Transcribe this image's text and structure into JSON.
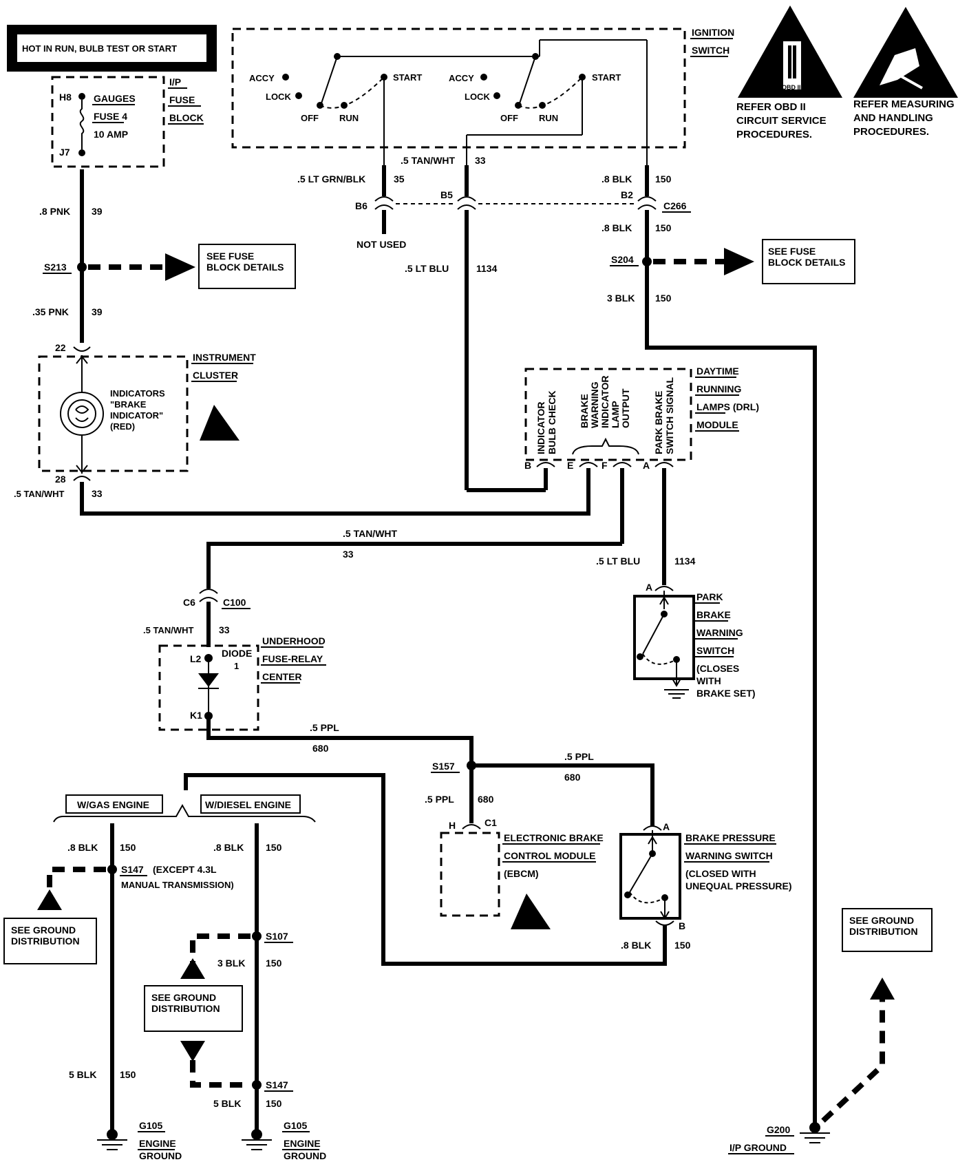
{
  "header_box": "HOT IN RUN, BULB TEST OR START",
  "fuse_block": {
    "label_lines": [
      "I/P",
      "FUSE",
      "BLOCK"
    ],
    "terminal_in": "H8",
    "terminal_out": "J7",
    "fuse_lines": [
      "GAUGES",
      "FUSE 4",
      "10 AMP"
    ]
  },
  "ignition_switch": {
    "label_lines": [
      "IGNITION",
      "SWITCH"
    ],
    "positions": [
      "ACCY",
      "LOCK",
      "OFF",
      "RUN",
      "START"
    ]
  },
  "warnings": {
    "obd": {
      "symbol": "OBD II",
      "text_lines": [
        "REFER OBD II",
        "CIRCUIT SERVICE",
        "PROCEDURES."
      ]
    },
    "esd": {
      "text_lines": [
        "REFER MEASURING",
        "AND HANDLING",
        "PROCEDURES."
      ]
    }
  },
  "wires": {
    "w39a": {
      "gauge": ".8 PNK",
      "circuit": "39"
    },
    "w39b": {
      "gauge": ".35 PNK",
      "circuit": "39"
    },
    "w35": {
      "gauge": ".5 LT GRN/BLK",
      "circuit": "35"
    },
    "w33_top": {
      "gauge": ".5 TAN/WHT",
      "circuit": "33"
    },
    "w150_top": {
      "gauge": ".8 BLK",
      "circuit": "150"
    },
    "w150_mid": {
      "gauge": ".8 BLK",
      "circuit": "150"
    },
    "w150_3": {
      "gauge": "3 BLK",
      "circuit": "150"
    },
    "w1134_a": {
      "gauge": ".5 LT BLU",
      "circuit": "1134"
    },
    "w33_cluster": {
      "gauge": ".5 TAN/WHT",
      "circuit": "33"
    },
    "w33_mid": {
      "gauge": ".5 TAN/WHT",
      "circuit": "33"
    },
    "w1134_b": {
      "gauge": ".5 LT BLU",
      "circuit": "1134"
    },
    "w33_c100": {
      "gauge": ".5 TAN/WHT",
      "circuit": "33"
    },
    "w680_a": {
      "gauge": ".5 PPL",
      "circuit": "680"
    },
    "w680_b": {
      "gauge": ".5 PPL",
      "circuit": "680"
    },
    "w680_c": {
      "gauge": ".5 PPL",
      "circuit": "680"
    },
    "w150_bp": {
      "gauge": ".8 BLK",
      "circuit": "150"
    },
    "w150_gas": {
      "gauge": ".8 BLK",
      "circuit": "150"
    },
    "w150_diesel": {
      "gauge": ".8 BLK",
      "circuit": "150"
    },
    "w150_3b": {
      "gauge": "3 BLK",
      "circuit": "150"
    },
    "w150_5a": {
      "gauge": "5 BLK",
      "circuit": "150"
    },
    "w150_5b": {
      "gauge": "5 BLK",
      "circuit": "150"
    }
  },
  "connectors": {
    "b6": "B6",
    "b5": "B5",
    "b2": "B2",
    "c266": "C266",
    "not_used": "NOT USED",
    "c100_pin": "C6",
    "c100": "C100",
    "ebcm_pin": "H",
    "ebcm_conn": "C1",
    "bp_a": "A",
    "bp_b": "B",
    "pb_a": "A",
    "ic_22": "22",
    "ic_28": "28"
  },
  "splices": {
    "s213": "S213",
    "s204": "S204",
    "s157": "S157",
    "s147a": "S147",
    "s147a_note_lines": [
      "(EXCEPT 4.3L",
      "MANUAL TRANSMISSION)"
    ],
    "s107": "S107",
    "s147b": "S147"
  },
  "see_boxes": {
    "fuse_left_lines": [
      "SEE FUSE",
      "BLOCK DETAILS"
    ],
    "fuse_right_lines": [
      "SEE FUSE",
      "BLOCK DETAILS"
    ],
    "ground_left_lines": [
      "SEE GROUND",
      "DISTRIBUTION"
    ],
    "ground_mid_lines": [
      "SEE GROUND",
      "DISTRIBUTION"
    ],
    "ground_right_lines": [
      "SEE GROUND",
      "DISTRIBUTION"
    ]
  },
  "instrument_cluster": {
    "label_lines": [
      "INSTRUMENT",
      "CLUSTER"
    ],
    "indicator_lines": [
      "INDICATORS",
      "\"BRAKE",
      "INDICATOR\"",
      "(RED)"
    ]
  },
  "drl_module": {
    "label_lines": [
      "DAYTIME",
      "RUNNING",
      "LAMPS  (DRL)",
      "MODULE"
    ],
    "pins": [
      {
        "pin": "B",
        "lines": [
          "INDICATOR",
          "BULB CHECK"
        ]
      },
      {
        "pin": "E",
        "lines": [
          "BRAKE",
          "WARNING",
          "INDICATOR",
          "LAMP",
          "OUTPUT"
        ]
      },
      {
        "pin": "F",
        "lines": []
      },
      {
        "pin": "A",
        "lines": [
          "PARK BRAKE",
          "SWITCH SIGNAL"
        ]
      }
    ]
  },
  "park_brake_switch": {
    "label_lines": [
      "PARK",
      "BRAKE",
      "WARNING",
      "SWITCH",
      "(CLOSES",
      "WITH",
      "BRAKE SET)"
    ]
  },
  "underhood": {
    "label_lines": [
      "UNDERHOOD",
      "FUSE-RELAY",
      "CENTER"
    ],
    "pin_top": "L2",
    "pin_bottom": "K1",
    "diode_lines": [
      "DIODE",
      "1"
    ]
  },
  "ebcm": {
    "label_lines": [
      "ELECTRONIC BRAKE",
      "CONTROL MODULE",
      "(EBCM)"
    ]
  },
  "brake_pressure_switch": {
    "label_lines": [
      "BRAKE PRESSURE",
      "WARNING SWITCH",
      "(CLOSED WITH",
      "UNEQUAL  PRESSURE)"
    ]
  },
  "engine_options": {
    "gas": "W/GAS ENGINE",
    "diesel": "W/DIESEL ENGINE"
  },
  "grounds": {
    "g105a_lines": [
      "G105",
      "ENGINE",
      "GROUND"
    ],
    "g105b_lines": [
      "G105",
      "ENGINE",
      "GROUND"
    ],
    "g200_lines": [
      "G200",
      "I/P GROUND"
    ]
  }
}
